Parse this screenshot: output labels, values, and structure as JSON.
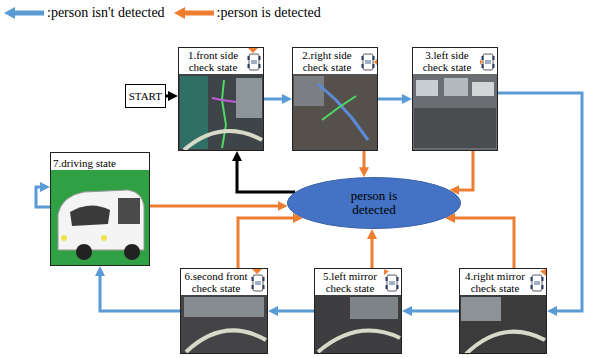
{
  "diagram": {
    "nodes": [
      {
        "text": [
          "START"
        ]
      },
      {
        "text": [
          "1.front side check state"
        ]
      },
      {
        "text": [
          "2.right side check state"
        ]
      },
      {
        "text": [
          "3.left side check state"
        ]
      },
      {
        "text": [
          "4.right mirror check state"
        ]
      },
      {
        "text": [
          "5.left mirror check state"
        ]
      },
      {
        "text": [
          "6.second front check state"
        ]
      },
      {
        "text": [
          "7.driving state"
        ]
      },
      {
        "text": [
          "person is detected"
        ]
      }
    ],
    "edges": [
      {
        "from": 0,
        "to": 1,
        "arrow": "to"
      },
      {
        "from": 1,
        "to": 2,
        "arrow": "to"
      },
      {
        "from": 2,
        "to": 3,
        "arrow": "to"
      },
      {
        "from": 3,
        "to": 4,
        "arrow": "to"
      },
      {
        "from": 4,
        "to": 5,
        "arrow": "to"
      },
      {
        "from": 5,
        "to": 6,
        "arrow": "to"
      },
      {
        "from": 6,
        "to": 7,
        "arrow": "to"
      },
      {
        "from": 7,
        "to": 7,
        "arrow": "to"
      },
      {
        "from": 2,
        "to": 8,
        "arrow": "to"
      },
      {
        "from": 3,
        "to": 8,
        "arrow": "to"
      },
      {
        "from": 4,
        "to": 8,
        "arrow": "to"
      },
      {
        "from": 5,
        "to": 8,
        "arrow": "to"
      },
      {
        "from": 6,
        "to": 8,
        "arrow": "to"
      },
      {
        "from": 7,
        "to": 8,
        "arrow": "to"
      },
      {
        "from": 8,
        "to": 1,
        "arrow": "to"
      }
    ],
    "legend": [
      {
        "text": ":person isn't detected",
        "color": "#5b9bd5"
      },
      {
        "text": ":person is detected",
        "color": "#ed7d31"
      }
    ]
  }
}
